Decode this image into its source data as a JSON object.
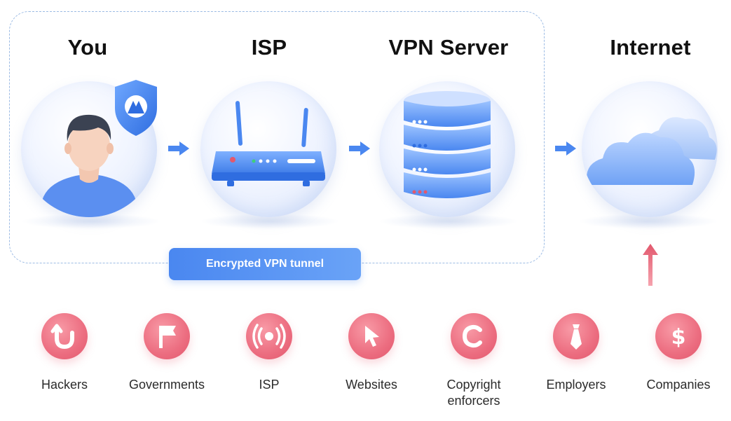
{
  "nodes": [
    {
      "id": "you",
      "title": "You"
    },
    {
      "id": "isp",
      "title": "ISP"
    },
    {
      "id": "vpn",
      "title": "VPN Server"
    },
    {
      "id": "internet",
      "title": "Internet"
    }
  ],
  "tunnel": {
    "label": "Encrypted VPN tunnel"
  },
  "threats": [
    {
      "label": "Hackers",
      "icon": "hook-icon"
    },
    {
      "label": "Governments",
      "icon": "flag-icon"
    },
    {
      "label": "ISP",
      "icon": "broadcast-icon"
    },
    {
      "label": "Websites",
      "icon": "cursor-icon"
    },
    {
      "label": "Copyright\nenforcers",
      "icon": "copyright-icon"
    },
    {
      "label": "Employers",
      "icon": "tie-icon"
    },
    {
      "label": "Companies",
      "icon": "dollar-icon"
    }
  ],
  "colors": {
    "arrow_blue": "#4a87f0",
    "threat_pink": "#ec6d80",
    "dash_border": "#9cbbe4"
  }
}
